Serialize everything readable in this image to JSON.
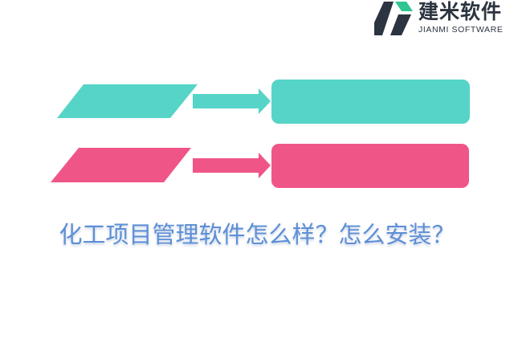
{
  "brand": {
    "name_cn": "建米软件",
    "name_en": "JIANMI SOFTWARE",
    "icon": "jianmi-logo-icon"
  },
  "headline": "化工项目管理软件怎么样？怎么安装？",
  "colors": {
    "teal": "#56d4c8",
    "pink": "#ef5687",
    "headline": "#5e8fd6",
    "logo_dark": "#2b3440",
    "logo_green": "#2fc590"
  },
  "diagram": {
    "rows": [
      {
        "parallelogram_color": "#56d4c8",
        "arrow_color": "#56d4c8",
        "box_color": "#56d4c8"
      },
      {
        "parallelogram_color": "#ef5687",
        "arrow_color": "#ef5687",
        "box_color": "#ef5687"
      }
    ]
  }
}
